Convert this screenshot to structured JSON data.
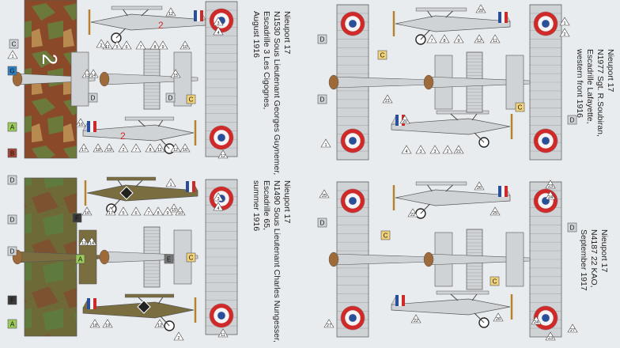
{
  "colors": {
    "background": "#e9ecef",
    "french_blue": "#2a4f9a",
    "french_white": "#f4f4f4",
    "french_red": "#cf2a2a",
    "aircraft_silver": "#d0d3d6",
    "camo_green": "#6b7a3a",
    "camo_brown": "#8a4a2a",
    "camo_tan": "#b88a50",
    "code_yellow": "#f1d27a",
    "code_grey": "#cfd3d8"
  },
  "schemes": [
    {
      "id": "guynemer",
      "caption": [
        "Nieuport 17",
        "N1530 Sous Lieutenant Georges Guynemer,",
        "Escadrille 3 Les Cigognes,",
        "August 1916"
      ],
      "fuselage_number": "2"
    },
    {
      "id": "nungesser",
      "caption": [
        "Nieuport 17",
        "N1490 Sous Lieutenant Charles Nungesser,",
        "Escadrille 65,",
        "summer 1916"
      ]
    },
    {
      "id": "soubiran",
      "caption": [
        "Nieuport 17",
        "N1977 Sgt. R.Soubiran,",
        "Escadrille Lafayette,",
        "western front 1916"
      ]
    },
    {
      "id": "kao",
      "caption": [
        "Nieuport 17",
        "N4187 22 KAO,",
        "September 1917"
      ]
    }
  ],
  "paint_codes": {
    "guynemer": [
      "G",
      "C",
      "A",
      "B",
      "D",
      "D",
      "C"
    ],
    "nungesser": [
      "D",
      "D",
      "F",
      "D",
      "A",
      "F",
      "A",
      "E",
      "C"
    ],
    "soubiran": [
      "D",
      "C",
      "D",
      "C",
      "D"
    ],
    "kao": [
      "C",
      "D",
      "C",
      "D"
    ]
  },
  "decal_refs": {
    "guynemer": [
      "1",
      "11",
      "12",
      "2",
      "5",
      "6",
      "7",
      "8",
      "9",
      "10",
      "13",
      "14",
      "15",
      "16",
      "17",
      "18",
      "19",
      "2",
      "7",
      "8",
      "11",
      "12",
      "16",
      "3",
      "4",
      "12"
    ],
    "nungesser": [
      "1",
      "15",
      "16",
      "17",
      "5",
      "6",
      "7",
      "8",
      "9",
      "10",
      "13",
      "14",
      "18",
      "19",
      "12",
      "2",
      "3",
      "4",
      "11"
    ],
    "soubiran": [
      "1",
      "20",
      "21",
      "2",
      "7",
      "8",
      "9",
      "12",
      "11",
      "20",
      "4",
      "3",
      "3",
      "2",
      "21",
      "1"
    ],
    "kao": [
      "25",
      "23",
      "24",
      "26",
      "22",
      "27",
      "27",
      "24",
      "23",
      "25",
      "26",
      "22"
    ]
  }
}
